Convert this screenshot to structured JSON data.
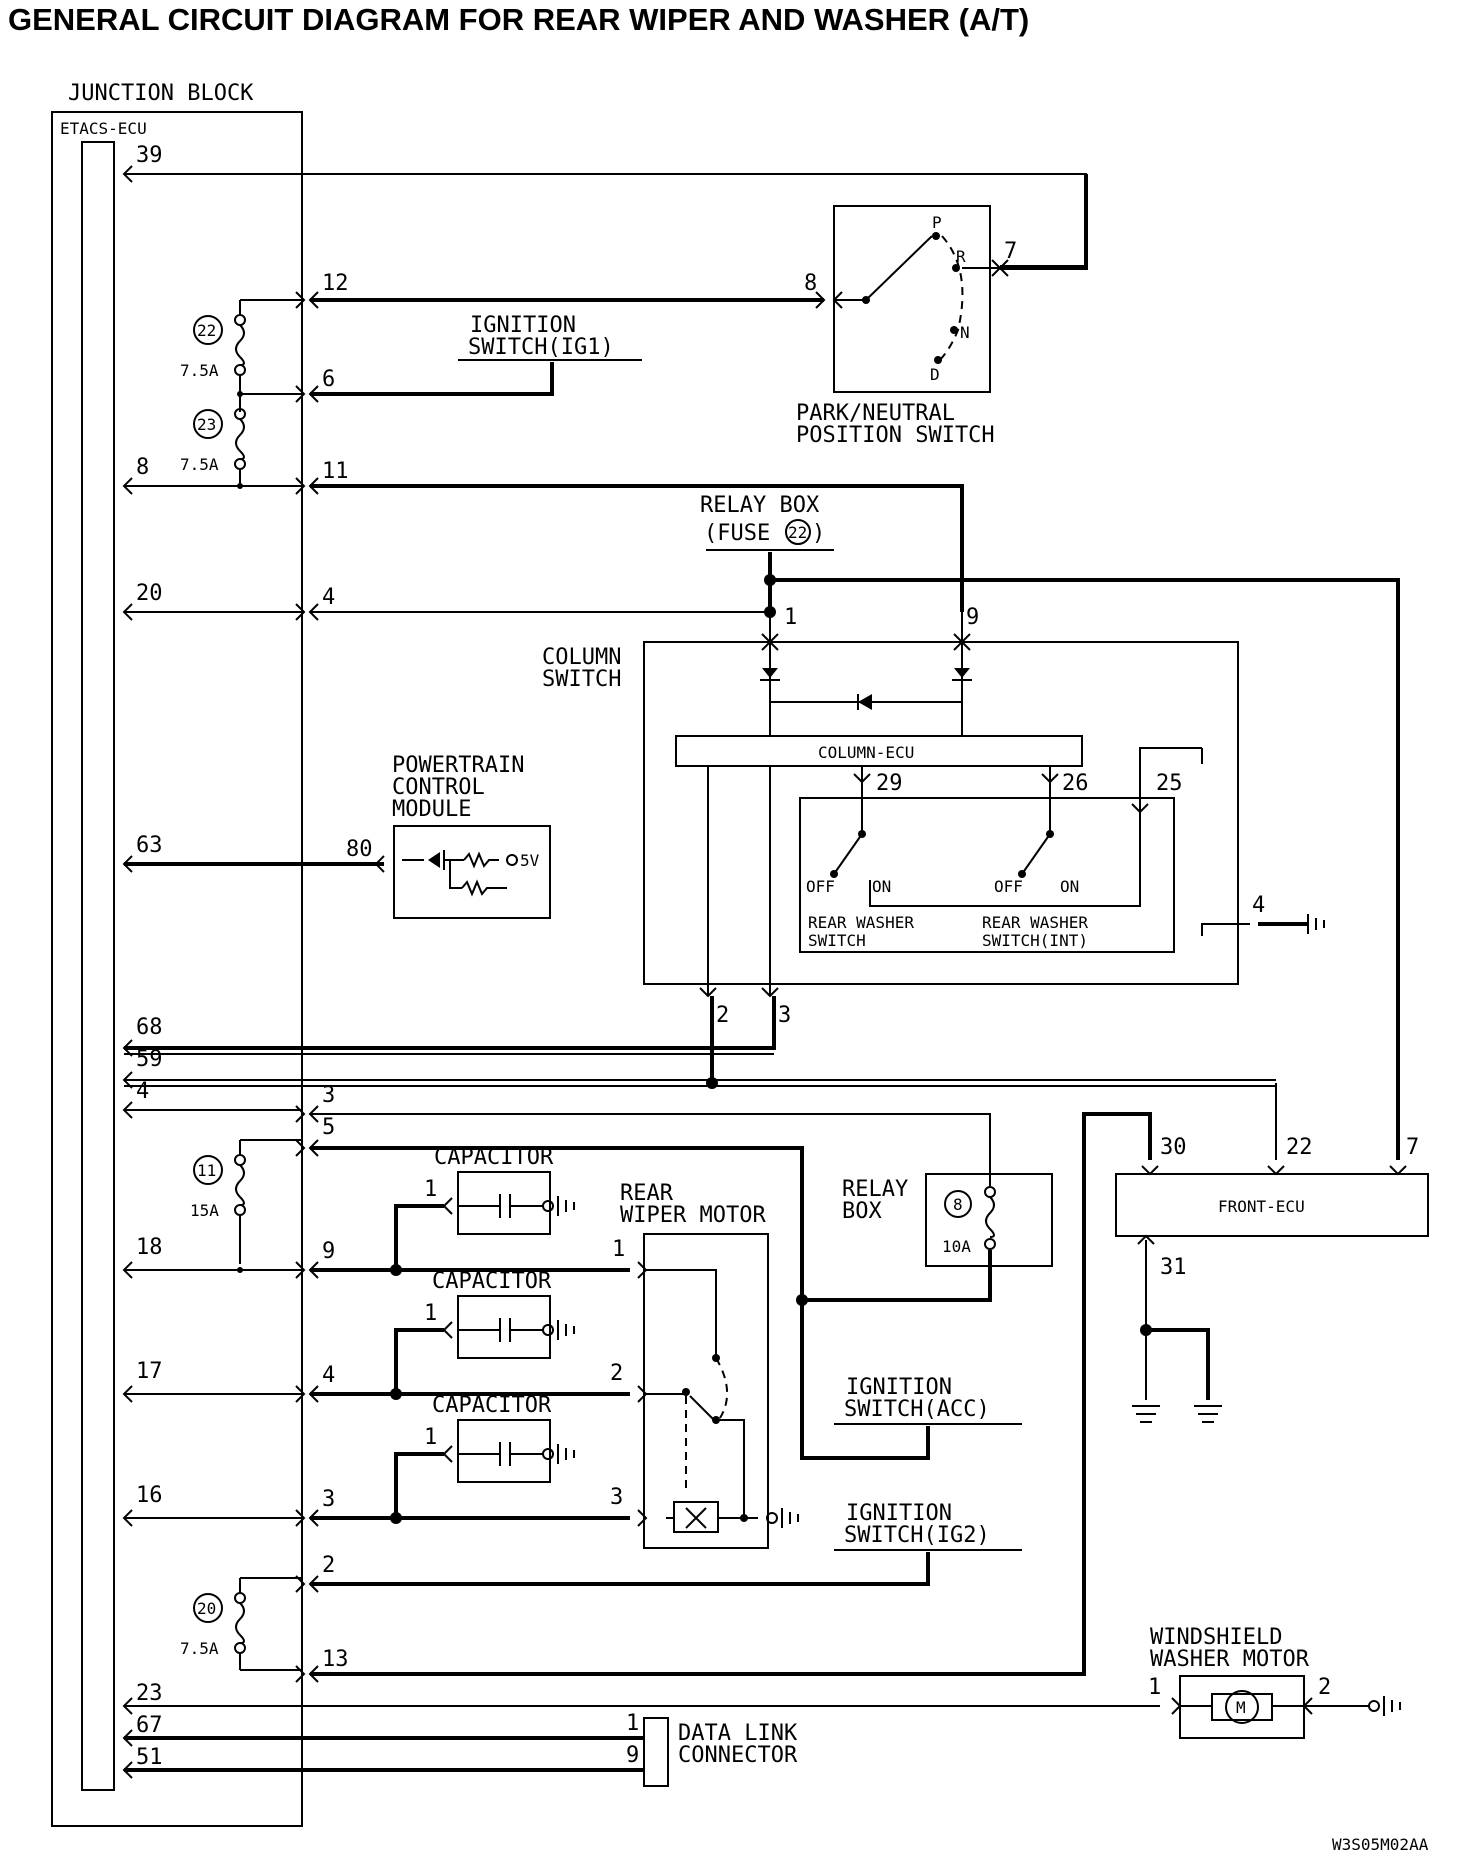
{
  "title": "GENERAL CIRCUIT DIAGRAM FOR REAR WIPER AND WASHER (A/T)",
  "figure_id": "W3S05M02AA",
  "junction_block": {
    "label": "JUNCTION BLOCK",
    "ecu_label": "ETACS-ECU",
    "left_pins": [
      "39",
      "8",
      "20",
      "63",
      "68",
      "59",
      "4",
      "18",
      "17",
      "16",
      "23",
      "67",
      "51"
    ],
    "right_pins": [
      "12",
      "6",
      "11",
      "4",
      "80",
      "3",
      "5",
      "9",
      "4",
      "3",
      "2",
      "13"
    ],
    "fuses": [
      {
        "number": "22",
        "rating": "7.5A"
      },
      {
        "number": "23",
        "rating": "7.5A"
      },
      {
        "number": "11",
        "rating": "15A"
      },
      {
        "number": "20",
        "rating": "7.5A"
      }
    ]
  },
  "ignition_ig1": {
    "line1": "IGNITION",
    "line2": "SWITCH(IG1)"
  },
  "ignition_acc": {
    "line1": "IGNITION",
    "line2": "SWITCH(ACC)"
  },
  "ignition_ig2": {
    "line1": "IGNITION",
    "line2": "SWITCH(IG2)"
  },
  "park_neutral": {
    "line1": "PARK/NEUTRAL",
    "line2": "POSITION SWITCH",
    "pin_in": "8",
    "pin_out": "7",
    "positions": [
      "P",
      "R",
      "N",
      "D"
    ]
  },
  "relay_box_top": {
    "line1": "RELAY BOX",
    "line2": "(FUSE",
    "fuse": "22",
    "line2_end": ")",
    "pin_a": "1",
    "pin_b": "9"
  },
  "column_switch": {
    "line1": "COLUMN",
    "line2": "SWITCH",
    "ecu_label": "COLUMN-ECU",
    "pins": [
      "29",
      "26",
      "25",
      "4",
      "2",
      "3"
    ],
    "rear_washer": {
      "off": "OFF",
      "on": "ON",
      "line1": "REAR WASHER",
      "line2": "SWITCH"
    },
    "rear_washer_int": {
      "off": "OFF",
      "on": "ON",
      "line1": "REAR WASHER",
      "line2": "SWITCH(INT)"
    }
  },
  "pcm": {
    "line1": "POWERTRAIN",
    "line2": "CONTROL",
    "line3": "MODULE",
    "voltage": "5V"
  },
  "capacitors": [
    {
      "label": "CAPACITOR",
      "pin": "1"
    },
    {
      "label": "CAPACITOR",
      "pin": "1"
    },
    {
      "label": "CAPACITOR",
      "pin": "1"
    }
  ],
  "rear_wiper_motor": {
    "line1": "REAR",
    "line2": "WIPER MOTOR",
    "pins": [
      "1",
      "2",
      "3"
    ]
  },
  "relay_box_bottom": {
    "line1": "RELAY",
    "line2": "BOX",
    "fuse": "8",
    "rating": "10A"
  },
  "front_ecu": {
    "label": "FRONT-ECU",
    "pins": [
      "30",
      "22",
      "7",
      "31"
    ]
  },
  "washer_motor": {
    "line1": "WINDSHIELD",
    "line2": "WASHER MOTOR",
    "pin_a": "1",
    "pin_b": "2",
    "symbol": "M"
  },
  "data_link": {
    "line1": "DATA LINK",
    "line2": "CONNECTOR",
    "pin_a": "1",
    "pin_b": "9"
  }
}
